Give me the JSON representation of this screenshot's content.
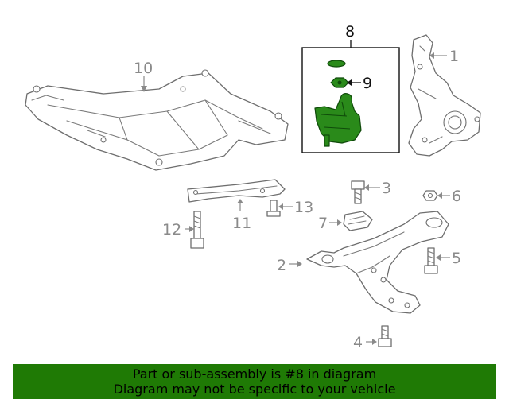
{
  "callouts": {
    "c1": "1",
    "c2": "2",
    "c3": "3",
    "c4": "4",
    "c5": "5",
    "c6": "6",
    "c7": "7",
    "c8": "8",
    "c9": "9",
    "c10": "10",
    "c11": "11",
    "c12": "12",
    "c13": "13"
  },
  "banner": {
    "line1": "Part or sub-assembly is #8 in diagram",
    "line2": "Diagram may not be specific to your vehicle"
  },
  "colors": {
    "highlight": "#2a8a1a",
    "banner": "#1f7a05"
  }
}
